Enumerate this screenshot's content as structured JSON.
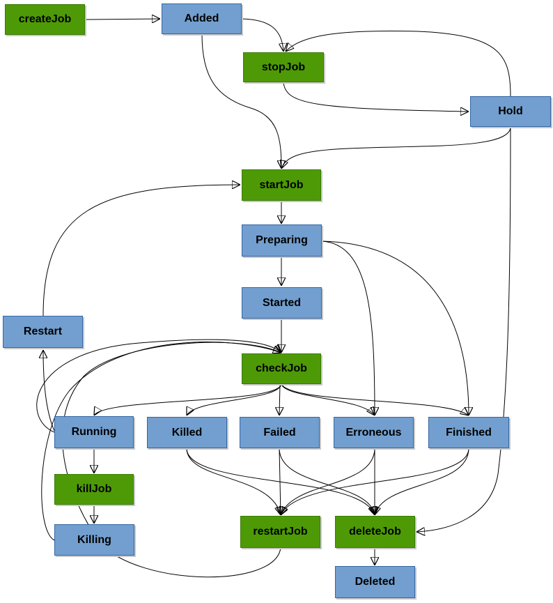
{
  "colors": {
    "state_fill": "#729fcf",
    "state_border": "#3465a4",
    "action_fill": "#4e9a06",
    "action_border": "#3a7a04",
    "edge": "#000000"
  },
  "nodes": {
    "createJob": {
      "label": "createJob",
      "kind": "action"
    },
    "added": {
      "label": "Added",
      "kind": "state"
    },
    "stopJob": {
      "label": "stopJob",
      "kind": "action"
    },
    "hold": {
      "label": "Hold",
      "kind": "state"
    },
    "startJob": {
      "label": "startJob",
      "kind": "action"
    },
    "preparing": {
      "label": "Preparing",
      "kind": "state"
    },
    "started": {
      "label": "Started",
      "kind": "state"
    },
    "restart": {
      "label": "Restart",
      "kind": "state"
    },
    "checkJob": {
      "label": "checkJob",
      "kind": "action"
    },
    "running": {
      "label": "Running",
      "kind": "state"
    },
    "killed": {
      "label": "Killed",
      "kind": "state"
    },
    "failed": {
      "label": "Failed",
      "kind": "state"
    },
    "erroneous": {
      "label": "Erroneous",
      "kind": "state"
    },
    "finished": {
      "label": "Finished",
      "kind": "state"
    },
    "killJob": {
      "label": "killJob",
      "kind": "action"
    },
    "killing": {
      "label": "Killing",
      "kind": "state"
    },
    "restartJob": {
      "label": "restartJob",
      "kind": "action"
    },
    "deleteJob": {
      "label": "deleteJob",
      "kind": "action"
    },
    "deleted": {
      "label": "Deleted",
      "kind": "state"
    }
  },
  "edges": [
    {
      "from": "createJob",
      "to": "added"
    },
    {
      "from": "added",
      "to": "stopJob"
    },
    {
      "from": "hold",
      "to": "stopJob"
    },
    {
      "from": "stopJob",
      "to": "hold"
    },
    {
      "from": "added",
      "to": "startJob"
    },
    {
      "from": "hold",
      "to": "startJob"
    },
    {
      "from": "restart",
      "to": "startJob"
    },
    {
      "from": "startJob",
      "to": "preparing"
    },
    {
      "from": "preparing",
      "to": "started"
    },
    {
      "from": "preparing",
      "to": "erroneous"
    },
    {
      "from": "preparing",
      "to": "finished"
    },
    {
      "from": "started",
      "to": "checkJob"
    },
    {
      "from": "running",
      "to": "checkJob"
    },
    {
      "from": "killing",
      "to": "checkJob"
    },
    {
      "from": "restartJob",
      "to": "checkJob"
    },
    {
      "from": "checkJob",
      "to": "running"
    },
    {
      "from": "checkJob",
      "to": "killed"
    },
    {
      "from": "checkJob",
      "to": "failed"
    },
    {
      "from": "checkJob",
      "to": "erroneous"
    },
    {
      "from": "checkJob",
      "to": "finished"
    },
    {
      "from": "running",
      "to": "restart"
    },
    {
      "from": "running",
      "to": "killJob"
    },
    {
      "from": "killJob",
      "to": "killing"
    },
    {
      "from": "killed",
      "to": "restartJob"
    },
    {
      "from": "failed",
      "to": "restartJob"
    },
    {
      "from": "erroneous",
      "to": "restartJob"
    },
    {
      "from": "finished",
      "to": "restartJob"
    },
    {
      "from": "killed",
      "to": "deleteJob"
    },
    {
      "from": "failed",
      "to": "deleteJob"
    },
    {
      "from": "erroneous",
      "to": "deleteJob"
    },
    {
      "from": "finished",
      "to": "deleteJob"
    },
    {
      "from": "hold",
      "to": "deleteJob"
    },
    {
      "from": "deleteJob",
      "to": "deleted"
    }
  ]
}
